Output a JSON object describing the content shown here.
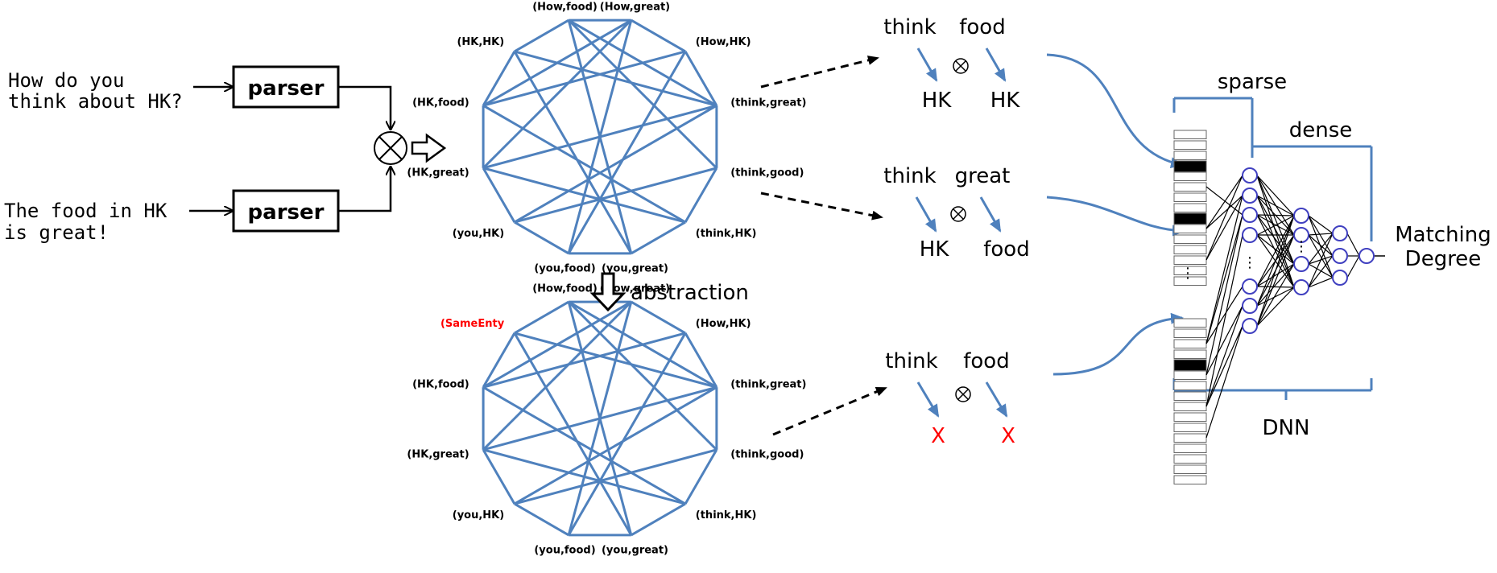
{
  "inputs": {
    "sentence1_line1": "How do you",
    "sentence1_line2": "think about HK?",
    "sentence2_line1": "The food in HK",
    "sentence2_line2": "is great!"
  },
  "parser_label": "parser",
  "graph_top_labels": [
    "(How,food)",
    "(How,great)",
    "(How,HK)",
    "(think,great)",
    "(think,good)",
    "(think,HK)",
    "(you,great)",
    "(you,food)",
    "(you,HK)",
    "(HK,great)",
    "(HK,food)",
    "(HK,HK)"
  ],
  "abstraction_label": "abstraction",
  "graph_bottom_labels": [
    "(How,food)",
    "(How,great)",
    "(How,HK)",
    "(think,great)",
    "(think,good)",
    "(think,HK)",
    "(you,great)",
    "(you,food)",
    "(you,HK)",
    "(HK,great)",
    "(HK,food)",
    "(SameEnty"
  ],
  "pairs": [
    {
      "top_left": "think",
      "top_right": "food",
      "bottom_left": "HK",
      "bottom_right": "HK"
    },
    {
      "top_left": "think",
      "top_right": "great",
      "bottom_left": "HK",
      "bottom_right": "food"
    },
    {
      "top_left": "think",
      "top_right": "food",
      "bottom_left": "X",
      "bottom_right": "X"
    }
  ],
  "dnn": {
    "sparse_label": "sparse",
    "dense_label": "dense",
    "dnn_label": "DNN",
    "output_line1": "Matching",
    "output_line2": "Degree",
    "ellipsis": "⋮"
  },
  "colors": {
    "graph_edge": "#4f81bd",
    "highlight_red": "#ff0000",
    "neuron": "#4040c0"
  }
}
